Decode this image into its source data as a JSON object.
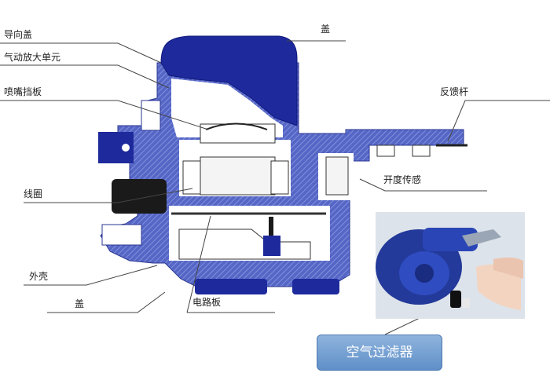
{
  "diagram": {
    "labels": {
      "guide_cover": "导向盖",
      "pneumatic_amp": "气动放大单元",
      "nozzle_flapper": "喷嘴挡板",
      "coil": "线圈",
      "housing": "外壳",
      "cover_bottom": "盖",
      "cover_top": "盖",
      "feedback_rod": "反馈杆",
      "position_sensor": "开度传感",
      "circuit_board": "电路板",
      "air_filter": "空气过滤器"
    },
    "colors": {
      "body": "#4a5bc0",
      "body_dark": "#1e2a9c",
      "hatch": "#7f8fd6",
      "cavity": "#ffffff",
      "black_part": "#1a1a1a",
      "leader_line": "#444444",
      "button_fill": "#6d9bd1"
    }
  }
}
